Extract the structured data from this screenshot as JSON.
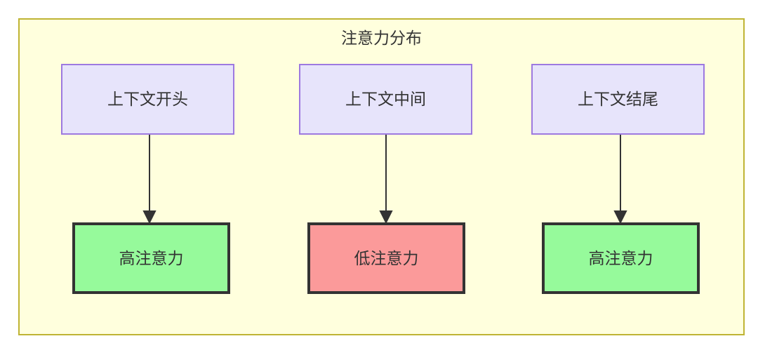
{
  "diagram": {
    "title": "注意力分布",
    "background_color": "#ffffff",
    "container": {
      "fill": "#ffffdd",
      "stroke": "#bfb434"
    },
    "node_styles": {
      "context_fill": "#e7e4fb",
      "context_stroke": "#9d79e0",
      "high_attention_fill": "#96fa9b",
      "low_attention_fill": "#fb9a9a",
      "attention_stroke": "#333333",
      "text_color": "#333333",
      "edge_color": "#333333"
    },
    "context_nodes": [
      {
        "id": "ctx-start",
        "label": "上下文开头"
      },
      {
        "id": "ctx-middle",
        "label": "上下文中间"
      },
      {
        "id": "ctx-end",
        "label": "上下文结尾"
      }
    ],
    "attention_nodes": [
      {
        "id": "attn-start",
        "label": "高注意力",
        "level": "high"
      },
      {
        "id": "attn-middle",
        "label": "低注意力",
        "level": "low"
      },
      {
        "id": "attn-end",
        "label": "高注意力",
        "level": "high"
      }
    ],
    "edges": [
      {
        "from": "ctx-start",
        "to": "attn-start",
        "arrow": "down"
      },
      {
        "from": "ctx-middle",
        "to": "attn-middle",
        "arrow": "down"
      },
      {
        "from": "ctx-end",
        "to": "attn-end",
        "arrow": "down"
      }
    ]
  }
}
